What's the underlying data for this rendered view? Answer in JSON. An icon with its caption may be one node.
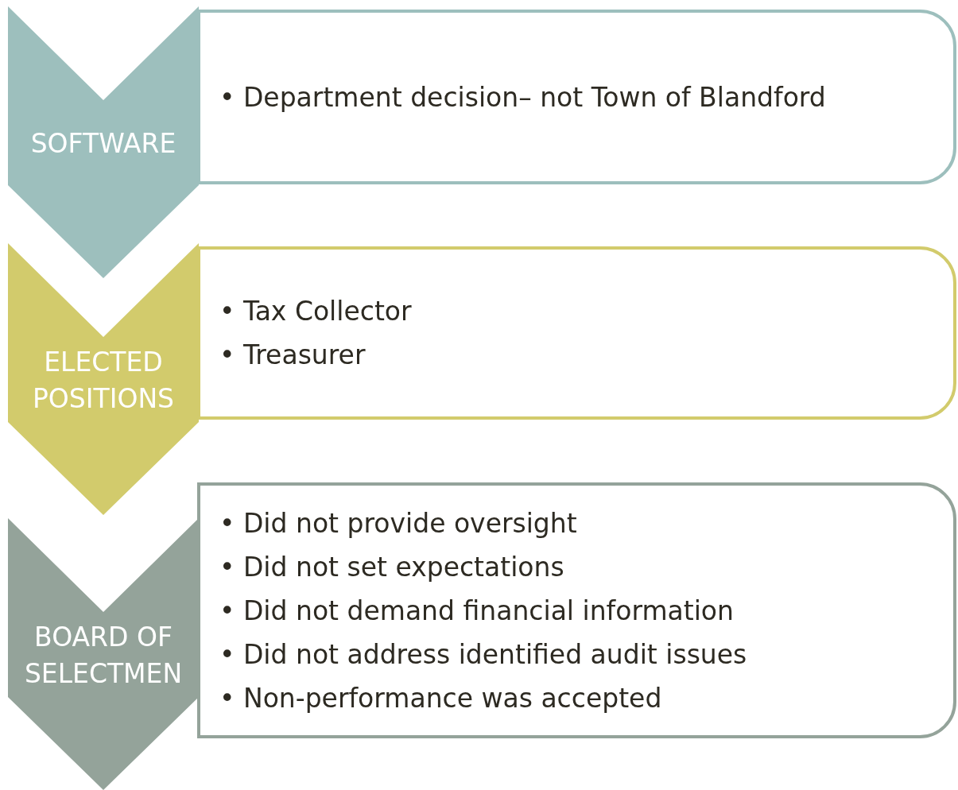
{
  "diagram": {
    "nodes": [
      {
        "text": [
          "SOFTWARE"
        ]
      },
      {
        "text": [
          "• Department decision– not Town of Blandford"
        ]
      },
      {
        "text": [
          "ELECTED POSITIONS"
        ]
      },
      {
        "text": [
          "• Tax Collector",
          "• Treasurer"
        ]
      },
      {
        "text": [
          "BOARD OF SELECTMEN"
        ]
      },
      {
        "text": [
          "• Did not provide oversight",
          "• Did not set expectations",
          "• Did not demand financial information",
          "• Did not address identified audit issues",
          "• Non-performance was accepted"
        ]
      }
    ]
  }
}
